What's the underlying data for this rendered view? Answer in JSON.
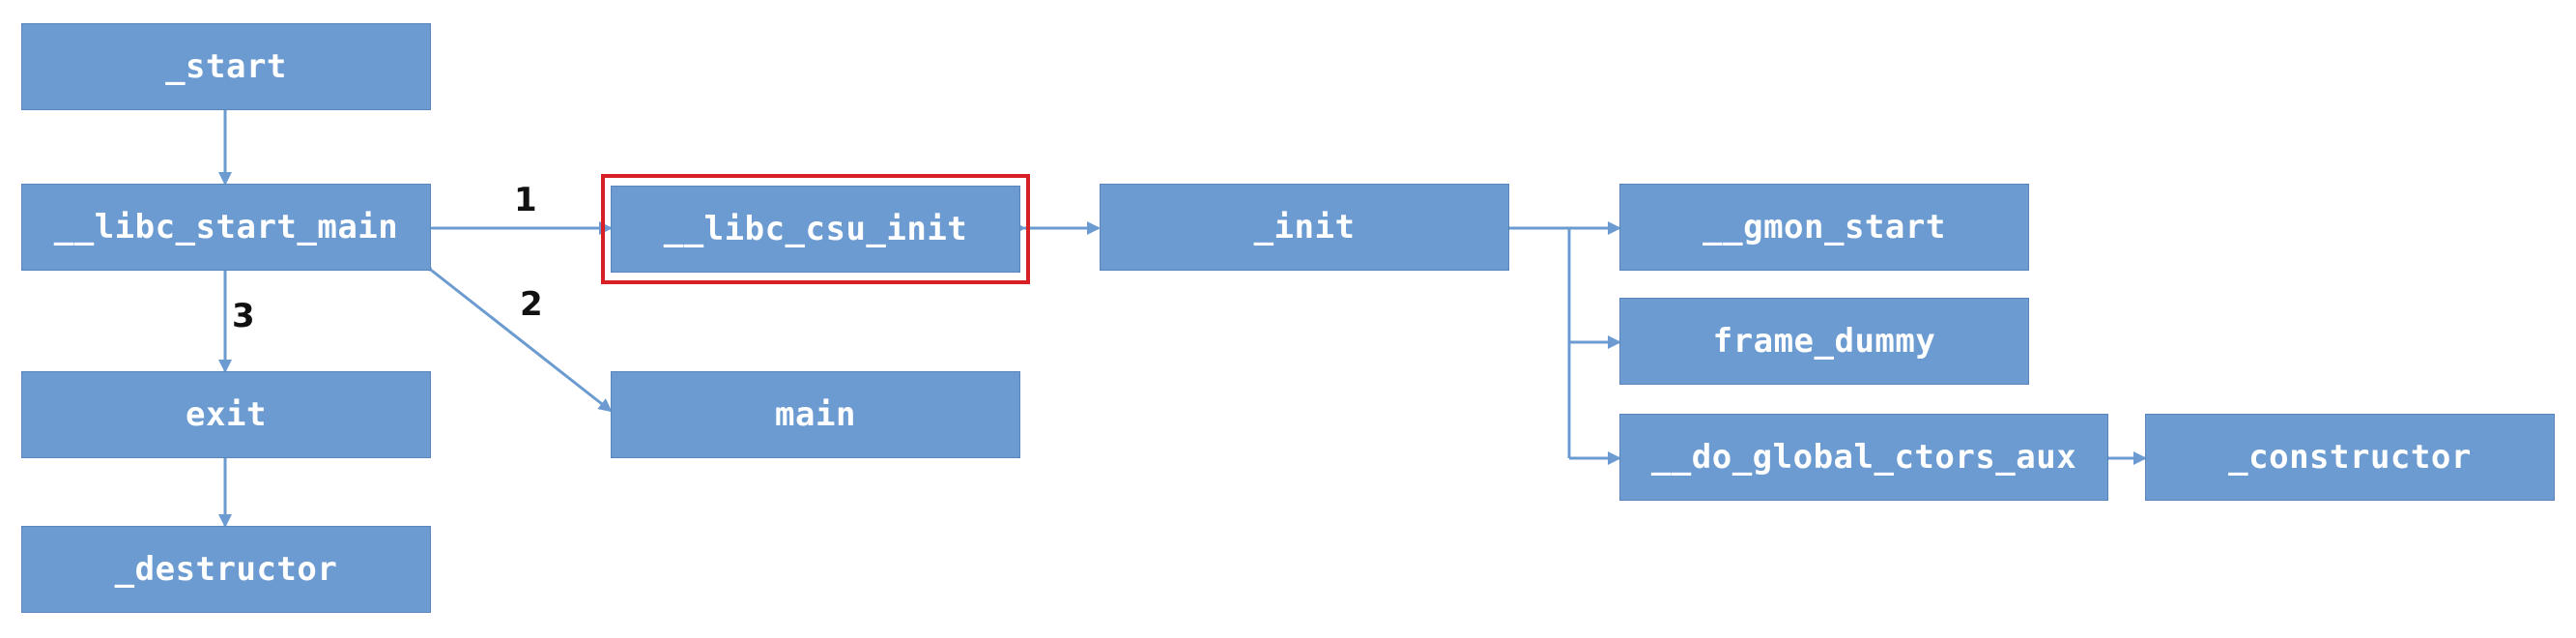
{
  "nodes": {
    "start": "_start",
    "libc_start_main": "__libc_start_main",
    "exit": "exit",
    "destructor": "_destructor",
    "libc_csu_init": "__libc_csu_init",
    "main": "main",
    "init": "_init",
    "gmon_start": "__gmon_start",
    "frame_dummy": "frame_dummy",
    "do_global_ctors_aux": "__do_global_ctors_aux",
    "constructor": "_constructor"
  },
  "edge_labels": {
    "one": "1",
    "two": "2",
    "three": "3"
  },
  "colors": {
    "node_fill": "#6c9bd1",
    "node_text": "#ffffff",
    "edge": "#6c9bd1",
    "highlight": "#d81f26"
  }
}
